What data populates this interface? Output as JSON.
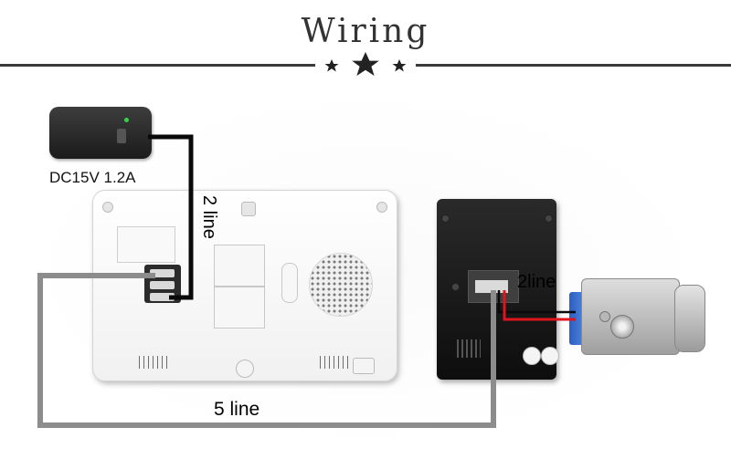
{
  "header": {
    "title": "Wiring"
  },
  "labels": {
    "adapter": "DC15V 1.2A",
    "monitor_cable": "2 line",
    "lock_cable": "2line",
    "main_cable": "5 line"
  },
  "colors": {
    "background": "#ffffff",
    "wire_black": "#0a0a0a",
    "wire_gray": "#8c8c8c",
    "wire_red": "#e0141e",
    "lock_blue": "#2c5fbf"
  },
  "icons": {
    "header_ornament": "three-stars"
  }
}
